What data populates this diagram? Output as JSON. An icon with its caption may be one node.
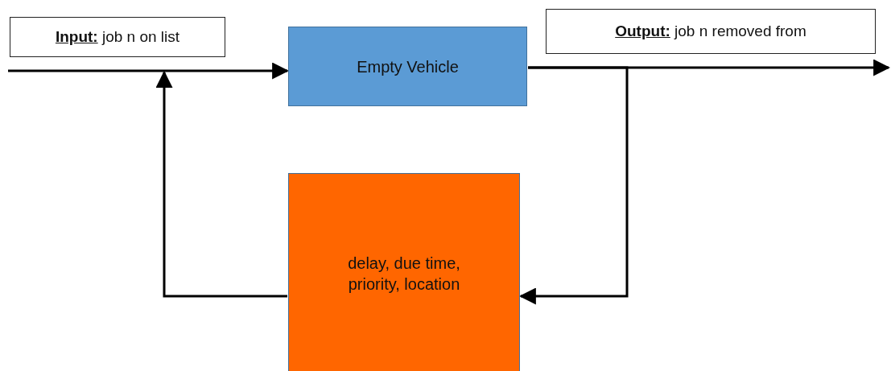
{
  "diagram": {
    "nodes": [
      {
        "text": [
          "**Input:** job n on list"
        ]
      },
      {
        "text": [
          "**Output:** job n removed from"
        ]
      },
      {
        "text": [
          "Empty Vehicle"
        ]
      },
      {
        "text": [
          "delay, due time, priority, location"
        ]
      }
    ],
    "edges": [
      {
        "from": null,
        "to": 2,
        "arrow": "to"
      },
      {
        "from": 2,
        "to": 1,
        "arrow": "to"
      },
      {
        "from": 2,
        "to": 3,
        "arrow": "to"
      },
      {
        "from": 3,
        "to": 0,
        "arrow": "to"
      }
    ]
  }
}
